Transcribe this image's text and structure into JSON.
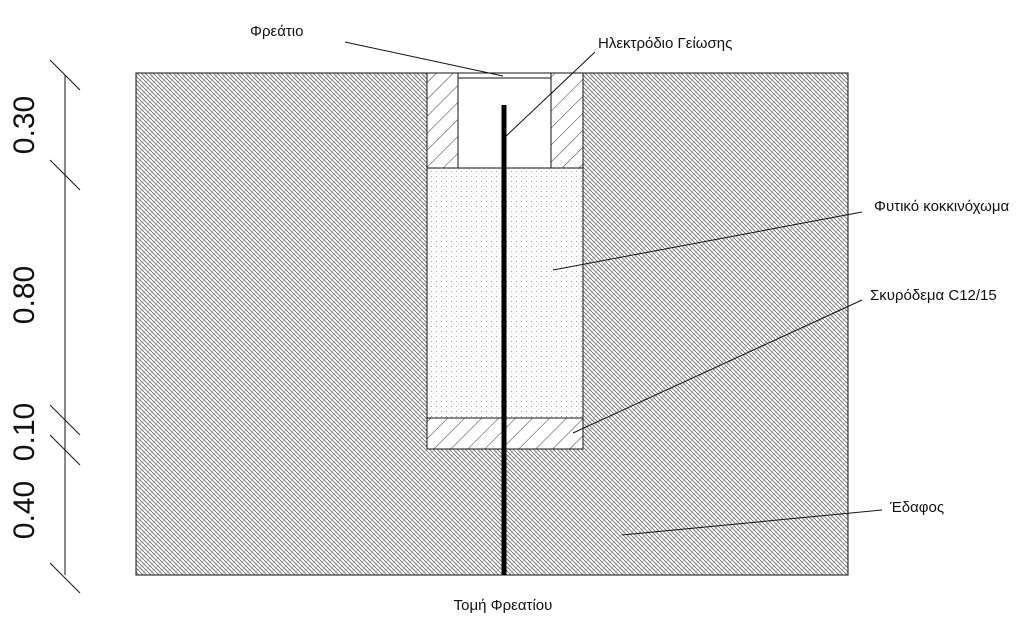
{
  "labels": {
    "freatio": "Φρεάτιο",
    "electrode": "Ηλεκτρόδιο Γείωσης",
    "fill": "Φυτικό κοκκινόχωμα",
    "concrete": "Σκυρόδεμα C12/15",
    "soil": "Έδαφος",
    "caption": "Τομή Φρεατίου"
  },
  "dimensions": [
    "0.30",
    "0.80",
    "0.10",
    "0.40"
  ],
  "colors": {
    "line": "#111111",
    "soil_hatch": "#555555",
    "concrete_hatch": "#333333",
    "fill_dots": "#777777",
    "background": "#ffffff"
  }
}
